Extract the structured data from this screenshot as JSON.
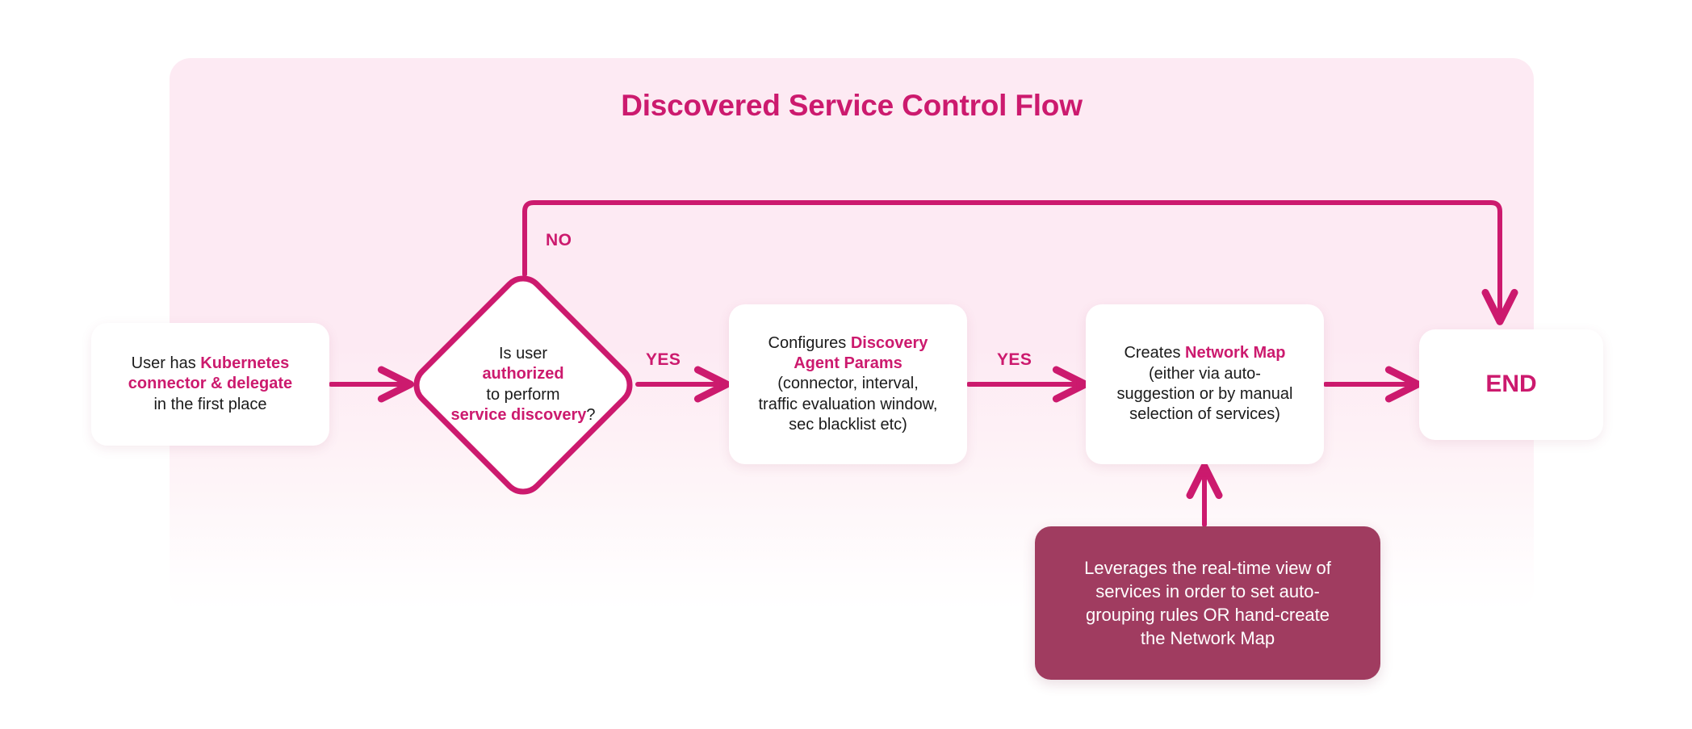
{
  "diagram": {
    "title": "Discovered Service Control Flow",
    "accent_color": "#cc1a6e",
    "panel_color": "#fdeaf3",
    "callout_color": "#a03c60",
    "nodes": {
      "start": {
        "type": "process",
        "line1_plain": "User has ",
        "line1_hl": "Kubernetes",
        "line2_hl": "connector & delegate",
        "line3_plain": "in the first place"
      },
      "decision": {
        "type": "decision",
        "line1": "Is user",
        "line2_hl": "authorized",
        "line3": "to perform",
        "line4_hl": "service discovery",
        "line4_tail": "?"
      },
      "params": {
        "type": "process",
        "line1_plain": "Configures ",
        "line1_hl": "Discovery",
        "line2_hl": "Agent Params",
        "line3": "(connector, interval,",
        "line4": "traffic evaluation window,",
        "line5": "sec blacklist etc)"
      },
      "netmap": {
        "type": "process",
        "line1_plain": "Creates ",
        "line1_hl": "Network Map",
        "line2": "(either via auto-",
        "line3": "suggestion or by manual",
        "line4": "selection of services)"
      },
      "end": {
        "type": "terminator",
        "label": "END"
      },
      "callout": {
        "type": "note",
        "line1": "Leverages the real-time view of",
        "line2": "services in order to set auto-",
        "line3": "grouping rules OR hand-create",
        "line4": "the Network Map"
      }
    },
    "edges": {
      "start_to_decision": {
        "label": ""
      },
      "decision_no": {
        "label": "NO"
      },
      "decision_yes": {
        "label": "YES"
      },
      "params_to_netmap": {
        "label": "YES"
      },
      "netmap_to_end": {
        "label": ""
      },
      "callout_to_netmap": {
        "label": ""
      }
    }
  }
}
